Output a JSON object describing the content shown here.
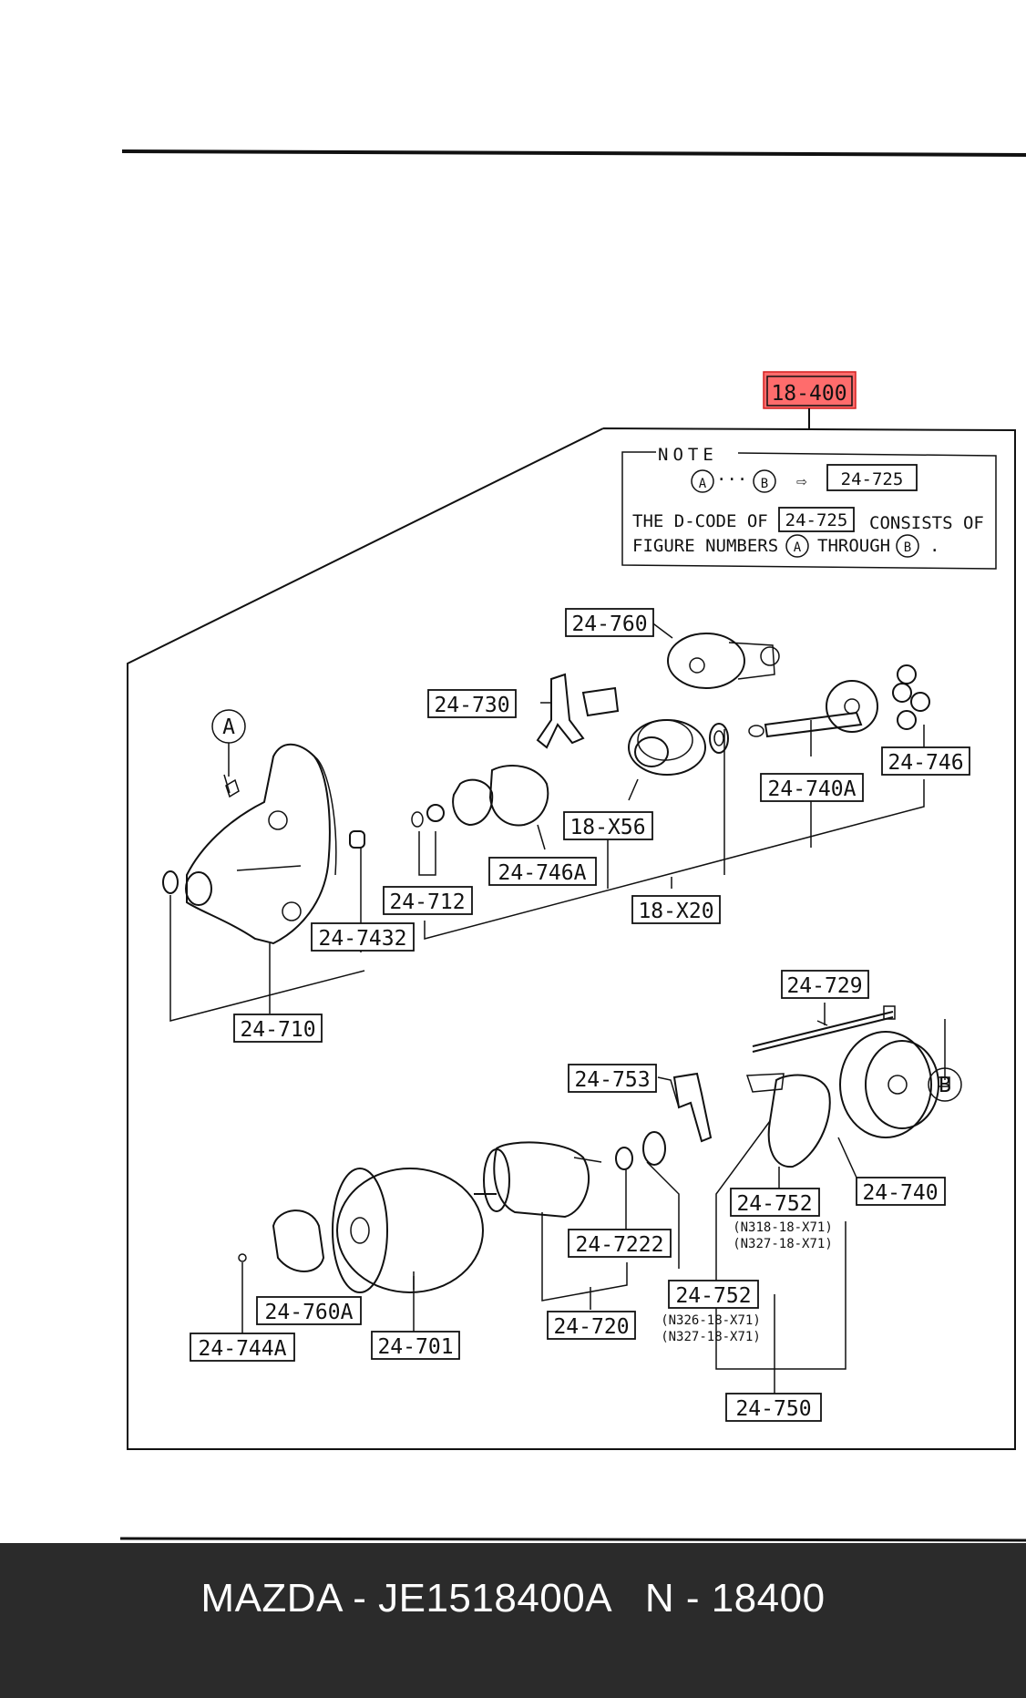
{
  "diagram": {
    "main_code": "18-400",
    "highlight_color": "#ff3b3b",
    "note": {
      "title": "NOTE",
      "marker_a": "A",
      "marker_b": "B",
      "dots": "···",
      "arrow": "⇨",
      "ref_code": "24-725",
      "line1_prefix": "THE D-CODE OF",
      "line1_code": "24-725",
      "line1_suffix": "CONSISTS OF",
      "line2_prefix": "FIGURE NUMBERS",
      "line2_mid": "THROUGH",
      "line2_end": "."
    },
    "markers": {
      "a": "A",
      "b": "B"
    },
    "labels": {
      "p24_760": "24-760",
      "p24_730": "24-730",
      "p24_746": "24-746",
      "p24_740a": "24-740A",
      "p18_x56": "18-X56",
      "p24_746a": "24-746A",
      "p24_712": "24-712",
      "p18_x20": "18-X20",
      "p24_7432": "24-7432",
      "p24_710": "24-710",
      "p24_729": "24-729",
      "p24_753": "24-753",
      "p24_740": "24-740",
      "p24_752_upper": "24-752",
      "p24_752_upper_sub1": "(N318-18-X71)",
      "p24_752_upper_sub2": "(N327-18-X71)",
      "p24_7222": "24-7222",
      "p24_752_lower": "24-752",
      "p24_752_lower_sub1": "(N326-18-X71)",
      "p24_752_lower_sub2": "(N327-18-X71)",
      "p24_760a": "24-760A",
      "p24_720": "24-720",
      "p24_744a": "24-744A",
      "p24_701": "24-701",
      "p24_750": "24-750"
    }
  },
  "footer": {
    "title": "MAZDA - JE1518400A   N - 18400"
  }
}
